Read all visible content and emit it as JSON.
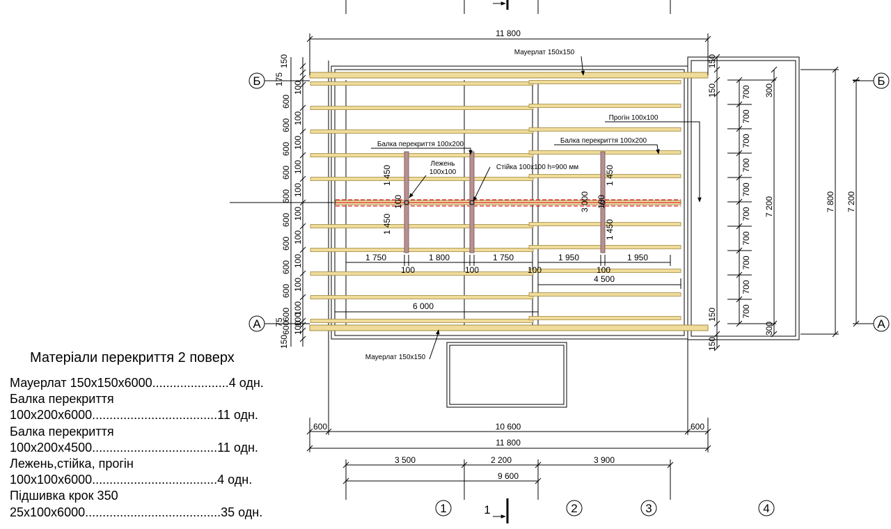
{
  "overall_dims": {
    "top_total": "11 800",
    "bottom_inner": "10 600",
    "bottom_side_left": "600",
    "bottom_side_right": "600",
    "bottom_total": "11 800"
  },
  "axis_dims": {
    "seg1": "3 500",
    "seg2": "2 200",
    "seg3": "3 900",
    "total": "9 600"
  },
  "axes": {
    "letters": [
      "Б",
      "А"
    ],
    "numbers": [
      "1",
      "2",
      "3",
      "4"
    ]
  },
  "section_mark": "1",
  "left_dims": [
    "150",
    "175",
    "100",
    "600",
    "100",
    "600",
    "100",
    "600",
    "100",
    "600",
    "100",
    "600",
    "100",
    "600",
    "100",
    "600",
    "100",
    "600",
    "100",
    "600",
    "100",
    "600",
    "100",
    "600",
    "100",
    "75",
    "150"
  ],
  "right_dims": {
    "top150": "150",
    "top150b": "150",
    "bot150": "150",
    "bot150b": "150",
    "spacing": [
      "700",
      "700",
      "700",
      "700",
      "700",
      "700",
      "700",
      "700",
      "700",
      "700"
    ],
    "top300": "300",
    "bot300": "300",
    "inner": "7 200",
    "outer": "7 800",
    "far": "7 200"
  },
  "labels": {
    "mauerlat_top": "Мауерлат 150x150",
    "mauerlat_bottom": "Мауерлат 150x150",
    "beam_left": "Балка перекриття 100x200",
    "beam_right": "Балка перекриття 100x200",
    "purlin": "Прогін 100x100",
    "sill_line1": "Лежень",
    "sill_line2": "100x100",
    "post": "Стійка 100x100 h=900 мм"
  },
  "inner_dims": {
    "left_1750a": "1 750",
    "left_1800": "1 800",
    "left_1750b": "1 750",
    "left_100a": "100",
    "left_100b": "100",
    "left_100c": "100",
    "right_1950a": "1 950",
    "right_1950b": "1 950",
    "right_100": "100",
    "right_4500": "4 500",
    "span_6000": "6 000",
    "v1450a": "1 450",
    "v1450b": "1 450",
    "v100a": "100",
    "v1450c": "1 450",
    "v1450d": "1 450",
    "v100b": "100",
    "v3000": "3 000"
  },
  "materials": {
    "title": "Матеріали перекриття 2 поверх",
    "lines": [
      "Мауерлат 150x150x6000......................4 одн.",
      "Балка перекриття",
      "100x200x6000....................................11 одн.",
      "Балка перекриття",
      "100x200x4500....................................11 одн.",
      "Лежень,стійка, прогін",
      "100x100x6000....................................4 одн.",
      "Підшивка крок 350",
      "25x100x6000.......................................35 одн."
    ]
  },
  "colors": {
    "wood": "#f0dc9a",
    "wood_edge": "#a08840",
    "post": "#a07878",
    "ridge": "#e02020"
  }
}
